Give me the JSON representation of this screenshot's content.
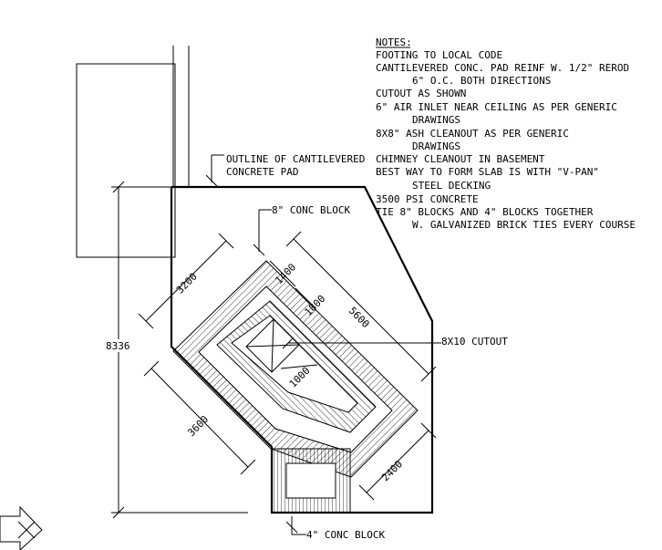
{
  "notes": {
    "title": "NOTES:",
    "lines": [
      "FOOTING TO LOCAL CODE",
      "CANTILEVERED CONC. PAD REINF W. 1/2\" REROD",
      "6\" O.C. BOTH DIRECTIONS",
      "CUTOUT AS SHOWN",
      "6\" AIR INLET NEAR CEILING AS PER GENERIC",
      "DRAWINGS",
      "8X8\" ASH CLEANOUT AS PER GENERIC",
      "DRAWINGS",
      "CHIMNEY CLEANOUT IN BASEMENT",
      "BEST WAY TO FORM SLAB IS WITH \"V-PAN\"",
      "STEEL DECKING",
      "3500 PSI CONCRETE",
      "TIE 8\" BLOCKS AND 4\" BLOCKS TOGETHER",
      "W. GALVANIZED BRICK TIES EVERY COURSE"
    ]
  },
  "callouts": {
    "pad_outline_1": "OUTLINE OF CANTILEVERED",
    "pad_outline_2": "CONCRETE PAD",
    "conc_block_8": "8\" CONC BLOCK",
    "cutout": "8X10 CUTOUT",
    "conc_block_4": "4\" CONC BLOCK"
  },
  "dimensions": {
    "overall_height": "8336",
    "upper_left": "3200",
    "upper_right": "5600",
    "lower_left": "3600",
    "lower_right": "2400",
    "inner_top": "1400",
    "inner_mid": "1800",
    "inner_low": "1000"
  }
}
